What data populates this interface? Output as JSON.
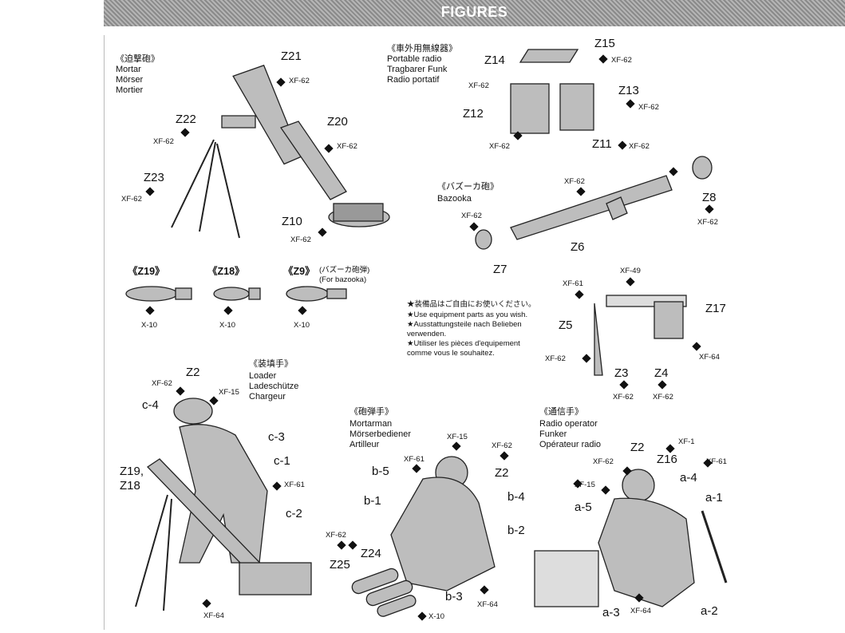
{
  "header": {
    "title": "FIGURES"
  },
  "mortar": {
    "jp": "《迫撃砲》",
    "en": "Mortar",
    "de": "Mörser",
    "fr": "Mortier",
    "parts": [
      "Z21",
      "Z22",
      "Z20",
      "Z23",
      "Z10"
    ],
    "paint": "XF-62"
  },
  "radio": {
    "jp": "《車外用無線器》",
    "en": "Portable radio",
    "de": "Tragbarer Funk",
    "fr": "Radio portatif",
    "parts": [
      "Z15",
      "Z14",
      "Z13",
      "Z12",
      "Z11"
    ],
    "paint": "XF-62"
  },
  "bazooka": {
    "jp": "《バズーカ砲》",
    "en": "Bazooka",
    "parts": [
      "Z8",
      "Z6",
      "Z7"
    ],
    "paint": "XF-62"
  },
  "shells": {
    "z19": "《Z19》",
    "z18": "《Z18》",
    "z9": "《Z9》",
    "z9_note_jp": "(バズーカ砲弾)",
    "z9_note_en": "(For bazooka)",
    "paint": "X-10"
  },
  "equipment": {
    "notes": [
      "★装備品はご自由にお使いください。",
      "★Use equipment parts as you wish.",
      "★Ausstattungsteile nach Belieben",
      "verwenden.",
      "★Utiliser les pièces d'equipement",
      "comme vous le souhaitez."
    ],
    "parts": [
      "Z5",
      "Z17",
      "Z3",
      "Z4"
    ],
    "paints": [
      "XF-61",
      "XF-49",
      "XF-62",
      "XF-64"
    ]
  },
  "loader": {
    "jp": "《装填手》",
    "en": "Loader",
    "de": "Ladeschütze",
    "fr": "Chargeur",
    "parts": [
      "Z2",
      "c-4",
      "c-3",
      "c-1",
      "Z19,",
      "Z18",
      "c-2"
    ],
    "paints": [
      "XF-62",
      "XF-15",
      "XF-61",
      "XF-64"
    ]
  },
  "mortarman": {
    "jp": "《砲弾手》",
    "en": "Mortarman",
    "de": "Mörserbediener",
    "fr": "Artilleur",
    "parts": [
      "b-5",
      "Z2",
      "b-1",
      "b-4",
      "b-2",
      "Z24",
      "Z25",
      "b-3"
    ],
    "paints": [
      "XF-15",
      "XF-62",
      "XF-61",
      "XF-64",
      "X-10"
    ]
  },
  "radio_op": {
    "jp": "《通信手》",
    "en": "Radio operator",
    "de": "Funker",
    "fr": "Opérateur radio",
    "parts": [
      "Z2",
      "Z16",
      "a-4",
      "a-1",
      "a-5",
      "a-3",
      "a-2"
    ],
    "paints": [
      "XF-1",
      "XF-62",
      "XF-61",
      "XF-15",
      "XF-64"
    ]
  }
}
